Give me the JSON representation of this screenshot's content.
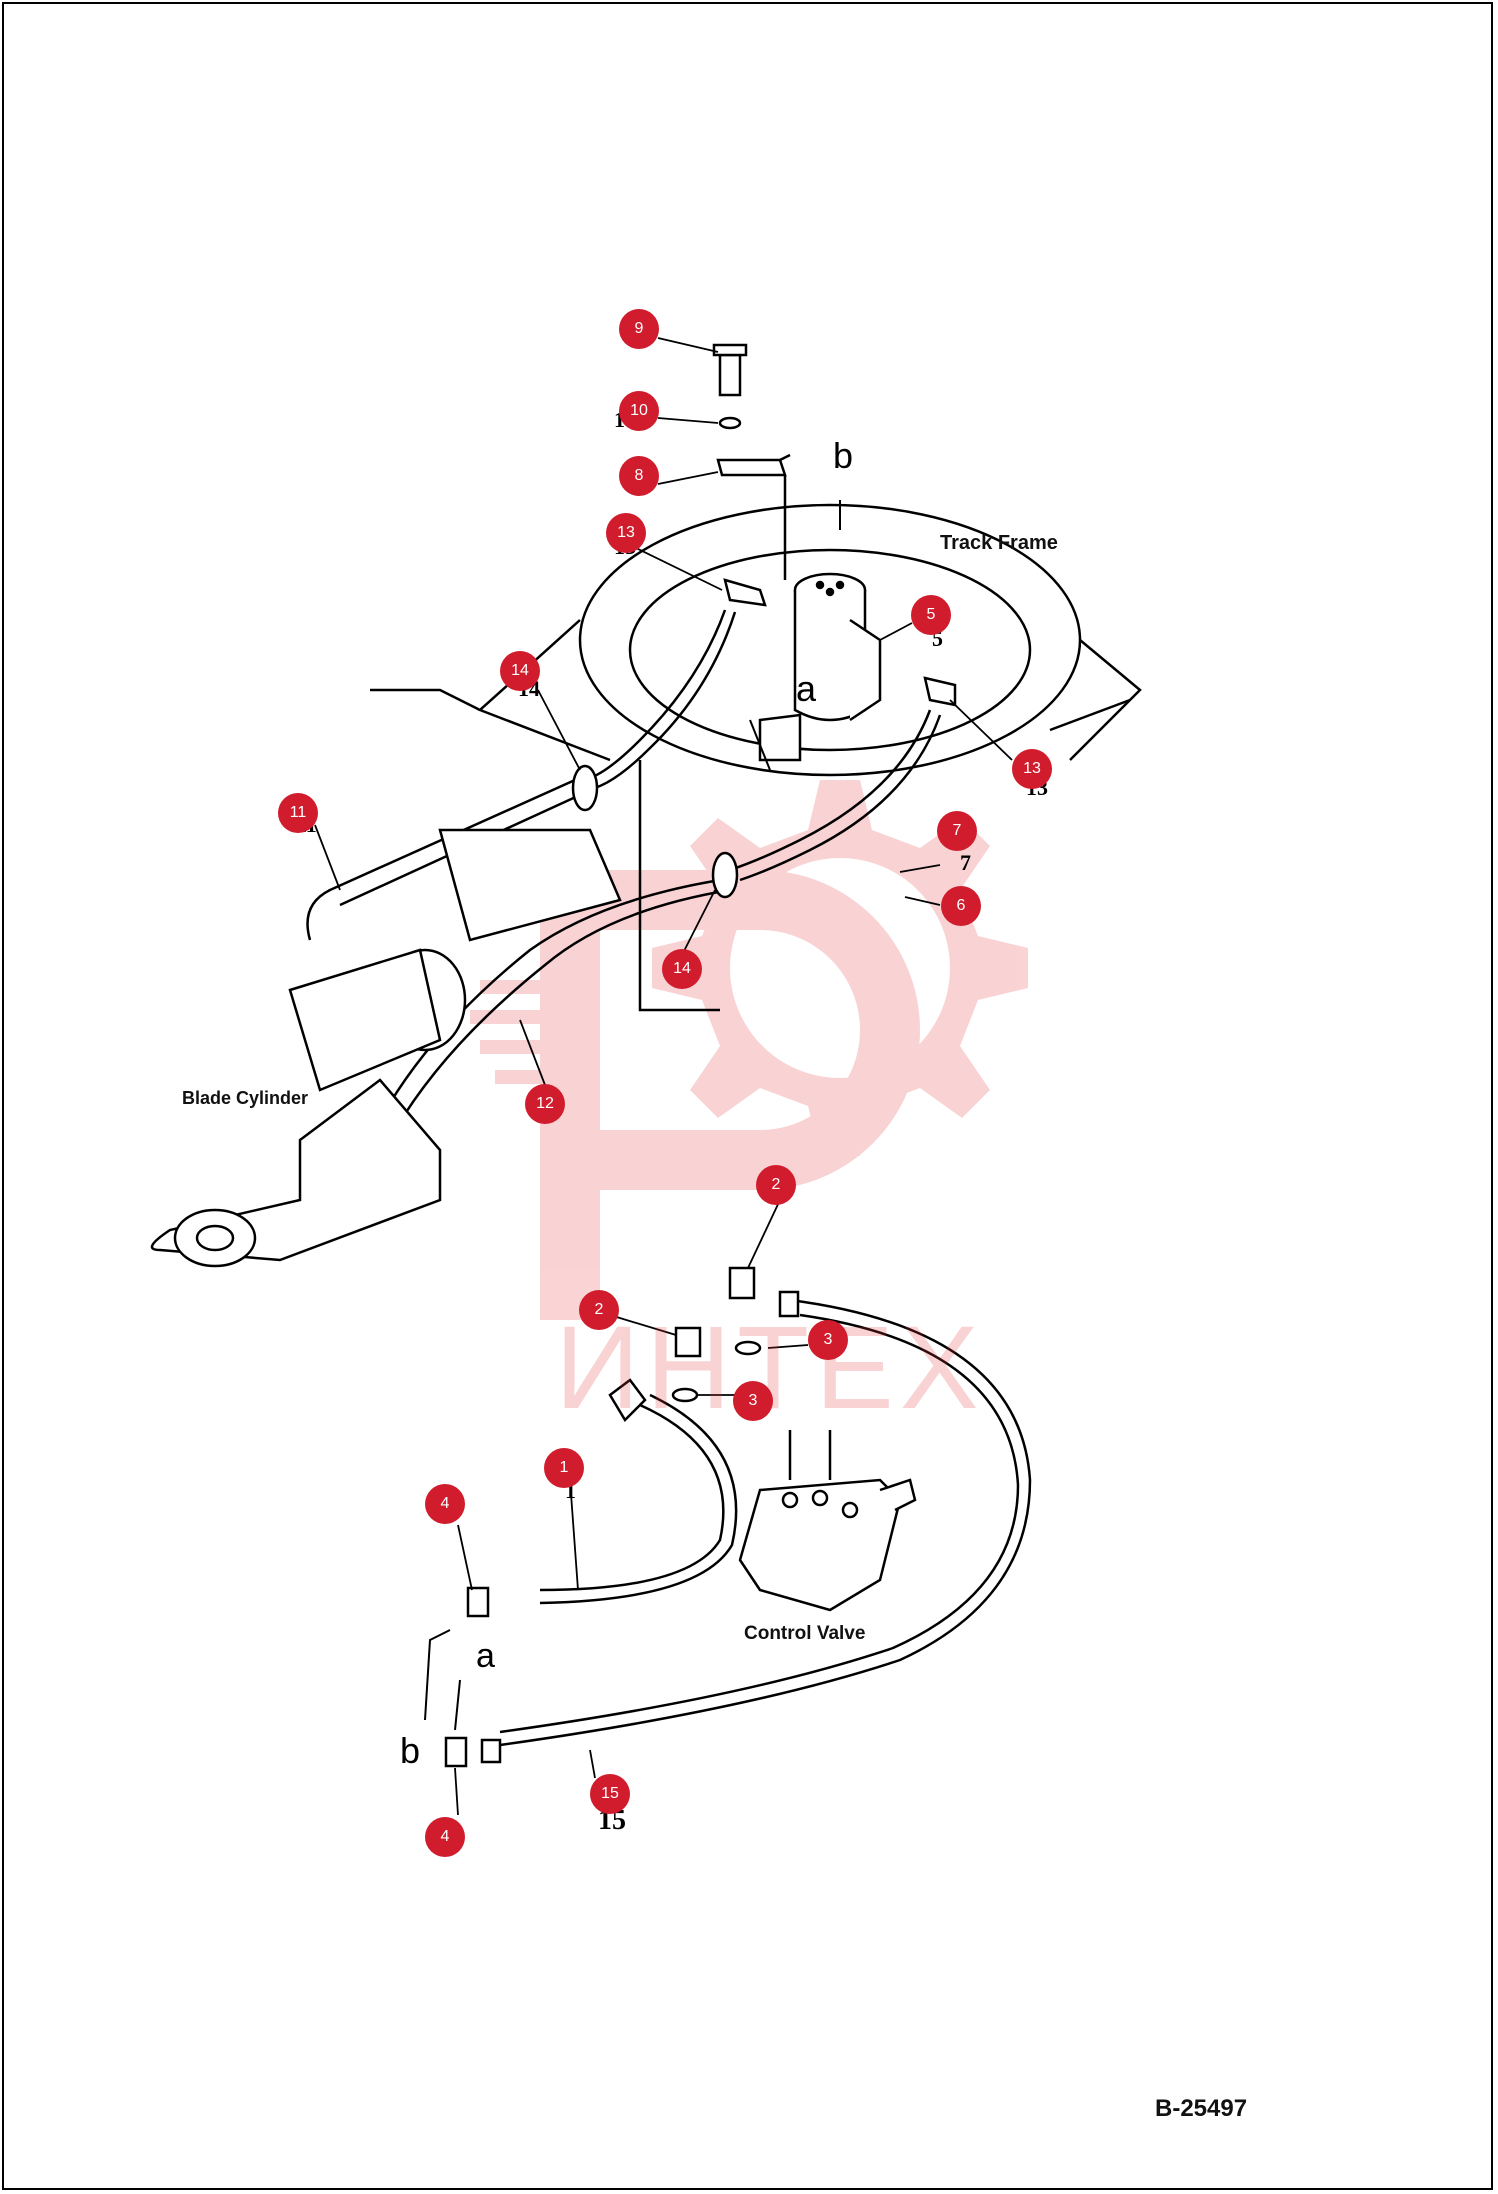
{
  "labels": {
    "track_frame": "Track Frame",
    "blade_cylinder": "Blade Cylinder",
    "control_valve": "Control Valve",
    "drawing_number": "B-25497"
  },
  "letters": [
    "b",
    "a",
    "a",
    "b"
  ],
  "watermark": {
    "text": "ИНТЕХ",
    "color": "#e8393f"
  },
  "callouts": {
    "color": "#d01c2c",
    "items": [
      "9",
      "10",
      "8",
      "13",
      "5",
      "14",
      "13",
      "11",
      "7",
      "6",
      "14",
      "12",
      "2",
      "2",
      "3",
      "3",
      "1",
      "4",
      "15",
      "4"
    ]
  },
  "printed_numbers": [
    "10",
    "13",
    "5",
    "14",
    "13",
    "11",
    "7",
    "6",
    "1",
    "15"
  ]
}
